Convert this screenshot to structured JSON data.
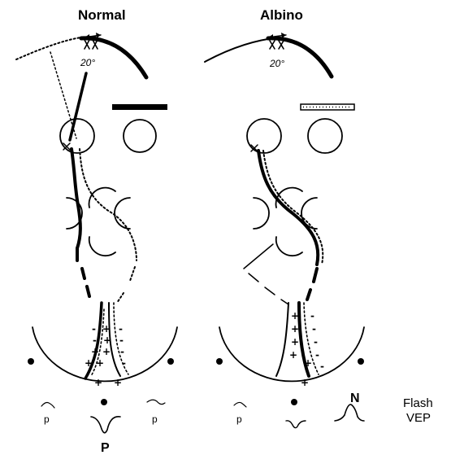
{
  "normal": {
    "title": "Normal",
    "angle_label": "20°",
    "wave_left": "p",
    "wave_right": "p",
    "wave_center": "P"
  },
  "albino": {
    "title": "Albino",
    "angle_label": "20°",
    "wave_left": "p",
    "wave_right_label": "N"
  },
  "vep": {
    "line1": "Flash",
    "line2": "VEP"
  }
}
